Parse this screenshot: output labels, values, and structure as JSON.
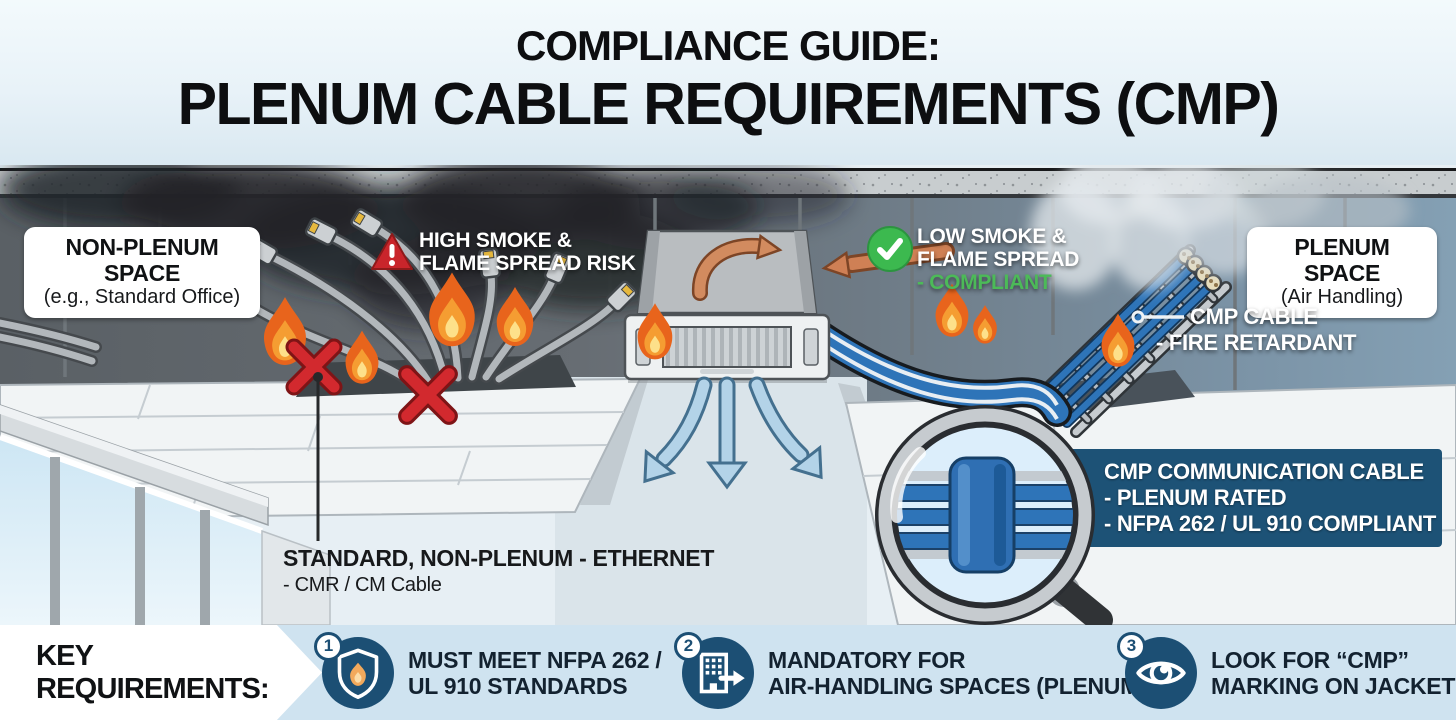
{
  "title": {
    "line1": "COMPLIANCE GUIDE:",
    "line2": "PLENUM CABLE REQUIREMENTS (CMP)"
  },
  "labels": {
    "non_plenum": {
      "line1": "NON-PLENUM SPACE",
      "line2": "(e.g., Standard Office)"
    },
    "plenum": {
      "line1": "PLENUM SPACE",
      "line2": "(Air Handling)"
    },
    "risk": {
      "icon": "warning-triangle",
      "line1": "HIGH SMOKE &",
      "line2": "FLAME SPREAD RISK"
    },
    "compliant": {
      "icon": "check-circle",
      "line1": "LOW SMOKE &",
      "line2": "FLAME SPREAD",
      "line3": "- COMPLIANT"
    },
    "cmp_cable": {
      "line1": "CMP CABLE",
      "line2": "- FIRE RETARDANT"
    },
    "standard_cable": {
      "line1": "STANDARD, NON-PLENUM - ETHERNET",
      "line2": "- CMR / CM Cable"
    },
    "cmp_box": {
      "line1": "CMP COMMUNICATION CABLE",
      "line2": "- PLENUM RATED",
      "line3": "- NFPA 262 / UL 910 COMPLIANT"
    }
  },
  "key_requirements": {
    "heading": "KEY REQUIREMENTS:",
    "items": [
      {
        "number": "1",
        "icon": "shield-flame",
        "line1": "MUST MEET NFPA 262 /",
        "line2": "UL 910 STANDARDS"
      },
      {
        "number": "2",
        "icon": "building-arrow",
        "line1": "MANDATORY FOR",
        "line2": "AIR-HANDLING SPACES (PLENUMS)"
      },
      {
        "number": "3",
        "icon": "eye",
        "line1": "LOOK FOR “CMP”",
        "line2": "MARKING ON JACKET"
      }
    ]
  },
  "colors": {
    "accent": "#1C4F74",
    "infobox": "#1D5276",
    "green": "#4CBA58",
    "checkgreen": "#3CB94F",
    "red": "#C9252B",
    "barbg": "#CFE3F0",
    "titlecolor": "#0D0E10"
  }
}
